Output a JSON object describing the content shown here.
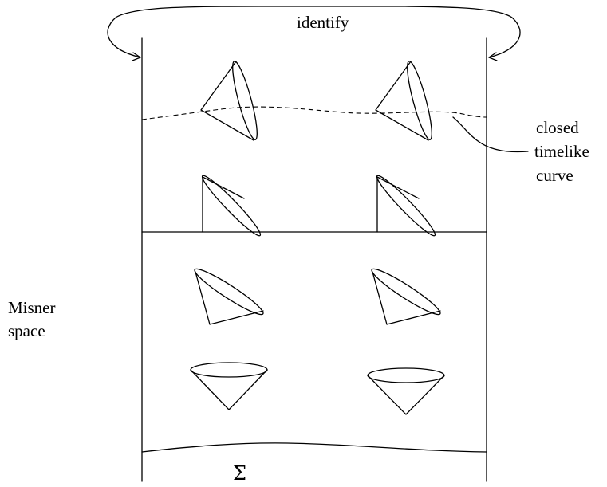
{
  "labels": {
    "identify": "identify",
    "ctc_line1": "closed",
    "ctc_line2": "timelike",
    "ctc_line3": "curve",
    "misner_line1": "Misner",
    "misner_line2": "space",
    "sigma": "Σ"
  }
}
